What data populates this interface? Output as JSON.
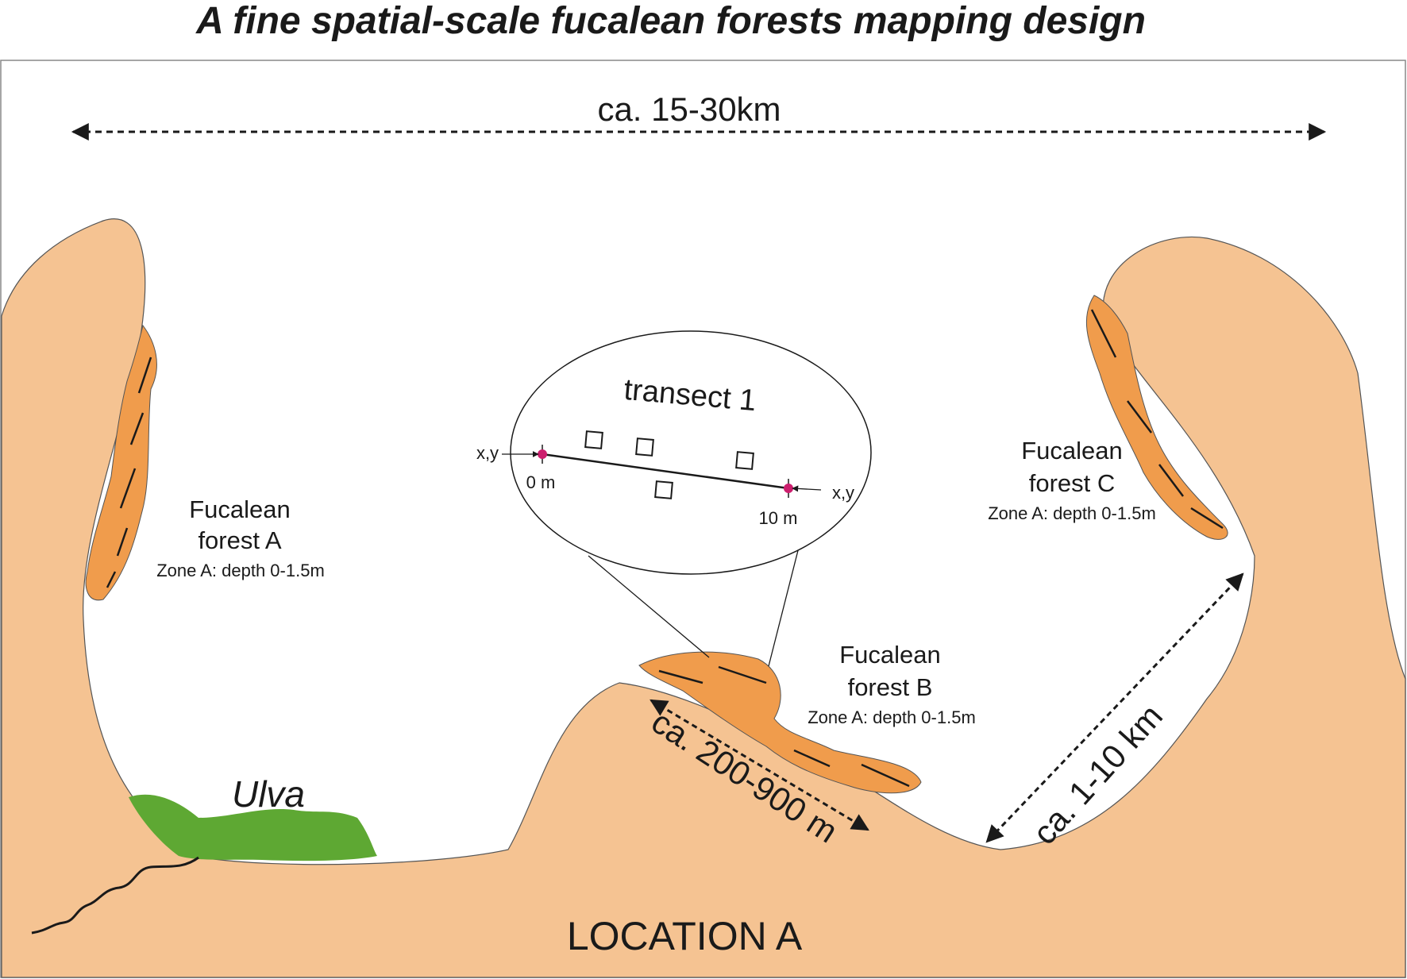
{
  "title": "A fine spatial-scale fucalean forests mapping design",
  "location": "LOCATION A",
  "dimensions": {
    "width": "ca. 15-30km",
    "bay": "ca. 1-10 km",
    "forest_b": "ca. 200-900 m"
  },
  "forests": [
    {
      "name_line1": "Fucalean",
      "name_line2": "forest A",
      "zone": "Zone A: depth 0-1.5m"
    },
    {
      "name_line1": "Fucalean",
      "name_line2": "forest B",
      "zone": "Zone A: depth 0-1.5m"
    },
    {
      "name_line1": "Fucalean",
      "name_line2": "forest C",
      "zone": "Zone A: depth 0-1.5m"
    }
  ],
  "transect": {
    "title": "transect 1",
    "start_coord": "x,y",
    "end_coord": "x,y",
    "start_label": "0 m",
    "end_label": "10 m"
  },
  "ulva": "Ulva",
  "colors": {
    "land": "#f5c392",
    "forest": "#f09c4c",
    "ulva": "#5ea833",
    "marker": "#cc1f6e",
    "ink": "#1a1a1a"
  }
}
